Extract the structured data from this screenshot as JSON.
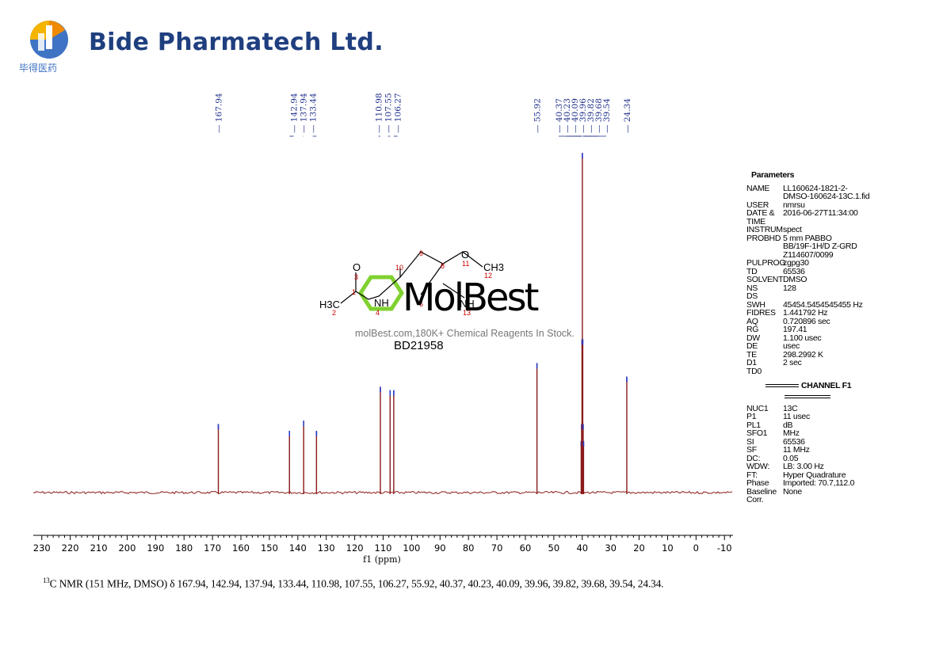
{
  "header": {
    "company_name": "Bide Pharmatech Ltd.",
    "company_name_cn": "毕得医药"
  },
  "structure": {
    "watermark_brand": "MolBest",
    "watermark_text": "molBest.com,180K+ Chemical Reagents In Stock.",
    "compound_id": "BD21958",
    "atom_labels": [
      "O",
      "3",
      "1",
      "H3C",
      "2",
      "NH",
      "4",
      "10",
      "9",
      "8",
      "O",
      "11",
      "CH3",
      "12",
      "6",
      "NH",
      "13"
    ]
  },
  "parameters": {
    "title": "Parameters",
    "rows": [
      {
        "k": "NAME",
        "v": "LL160624-1821-2-"
      },
      {
        "k": "",
        "v": "DMSO-160624-13C.1.fid"
      },
      {
        "k": "USER",
        "v": "nmrsu"
      },
      {
        "k": "DATE &",
        "v": "2016-06-27T11:34:00"
      },
      {
        "k": "TIME",
        "v": ""
      },
      {
        "k": "INSTRUM",
        "v": "spect"
      },
      {
        "k": "PROBHD",
        "v": "5 mm PABBO"
      },
      {
        "k": "",
        "v": "BB/19F-1H/D Z-GRD"
      },
      {
        "k": "",
        "v": "Z114607/0099"
      },
      {
        "k": "PULPROG",
        "v": "zgpg30"
      },
      {
        "k": "TD",
        "v": "65536"
      },
      {
        "k": "SOLVENT",
        "v": "DMSO"
      },
      {
        "k": "NS",
        "v": "128"
      },
      {
        "k": "DS",
        "v": ""
      },
      {
        "k": "SWH",
        "v": "45454.5454545455 Hz"
      },
      {
        "k": "FIDRES",
        "v": "1.441792 Hz"
      },
      {
        "k": "AQ",
        "v": "0.720896 sec"
      },
      {
        "k": "RG",
        "v": "197.41"
      },
      {
        "k": "DW",
        "v": "1.100 usec"
      },
      {
        "k": "DE",
        "v": "usec"
      },
      {
        "k": "TE",
        "v": "298.2992 K"
      },
      {
        "k": "D1",
        "v": "2 sec"
      },
      {
        "k": "TD0",
        "v": ""
      }
    ],
    "channel_title": "CHANNEL F1",
    "channel_rows": [
      {
        "k": "NUC1",
        "v": "13C"
      },
      {
        "k": "P1",
        "v": "11 usec"
      },
      {
        "k": "PL1",
        "v": "dB"
      },
      {
        "k": "SFO1",
        "v": "MHz"
      },
      {
        "k": "SI",
        "v": "65536"
      },
      {
        "k": "SF",
        "v": "11 MHz"
      },
      {
        "k": "DC:",
        "v": "0.05"
      },
      {
        "k": "WDW:",
        "v": "LB: 3.00 Hz"
      },
      {
        "k": "FT:",
        "v": "Hyper Quadrature"
      },
      {
        "k": "Phase",
        "v": "Imported: 70.7,112.0"
      },
      {
        "k": "Baseline",
        "v": "None"
      },
      {
        "k": "Corr.",
        "v": ""
      }
    ]
  },
  "caption": {
    "sup": "13",
    "text": "C NMR (151 MHz, DMSO) δ 167.94, 142.94, 137.94, 133.44, 110.98, 107.55, 106.27, 55.92, 40.37, 40.23, 40.09, 39.96, 39.82, 39.68, 39.54, 24.34."
  },
  "chart_data": {
    "type": "line",
    "xlabel": "f1 (ppm)",
    "xlim": [
      233,
      -13
    ],
    "x_reversed": true,
    "x_ticks": [
      230,
      220,
      210,
      200,
      190,
      180,
      170,
      160,
      150,
      140,
      130,
      120,
      110,
      100,
      90,
      80,
      70,
      60,
      50,
      40,
      30,
      20,
      10,
      0,
      -10
    ],
    "x_tick_labels": [
      "230",
      "220",
      "210",
      "200",
      "190",
      "180",
      "170",
      "160",
      "150",
      "140",
      "130",
      "120",
      "110",
      "100",
      "90",
      "80",
      "70",
      "60",
      "50",
      "40",
      "30",
      "20",
      "10",
      "0",
      "-10"
    ],
    "grid": false,
    "line_color": "#8b1a1a",
    "marker_color": "#2a3cc8",
    "peak_label_groups": [
      [
        "167.94"
      ],
      [
        "142.94",
        "137.94",
        "133.44"
      ],
      [
        "110.98",
        "107.55",
        "106.27"
      ],
      [
        "55.92"
      ],
      [
        "40.37",
        "40.23",
        "40.09",
        "39.96",
        "39.82",
        "39.68",
        "39.54"
      ],
      [
        "24.34"
      ]
    ],
    "peaks": [
      {
        "ppm": 167.94,
        "intensity": 0.2
      },
      {
        "ppm": 142.94,
        "intensity": 0.18
      },
      {
        "ppm": 137.94,
        "intensity": 0.21
      },
      {
        "ppm": 133.44,
        "intensity": 0.18
      },
      {
        "ppm": 110.98,
        "intensity": 0.31
      },
      {
        "ppm": 107.55,
        "intensity": 0.3
      },
      {
        "ppm": 106.27,
        "intensity": 0.3
      },
      {
        "ppm": 55.92,
        "intensity": 0.38
      },
      {
        "ppm": 40.37,
        "intensity": 0.15
      },
      {
        "ppm": 40.23,
        "intensity": 0.2
      },
      {
        "ppm": 40.09,
        "intensity": 0.45
      },
      {
        "ppm": 39.96,
        "intensity": 1.0
      },
      {
        "ppm": 39.82,
        "intensity": 0.45
      },
      {
        "ppm": 39.68,
        "intensity": 0.2
      },
      {
        "ppm": 39.54,
        "intensity": 0.15
      },
      {
        "ppm": 24.34,
        "intensity": 0.34
      }
    ]
  }
}
